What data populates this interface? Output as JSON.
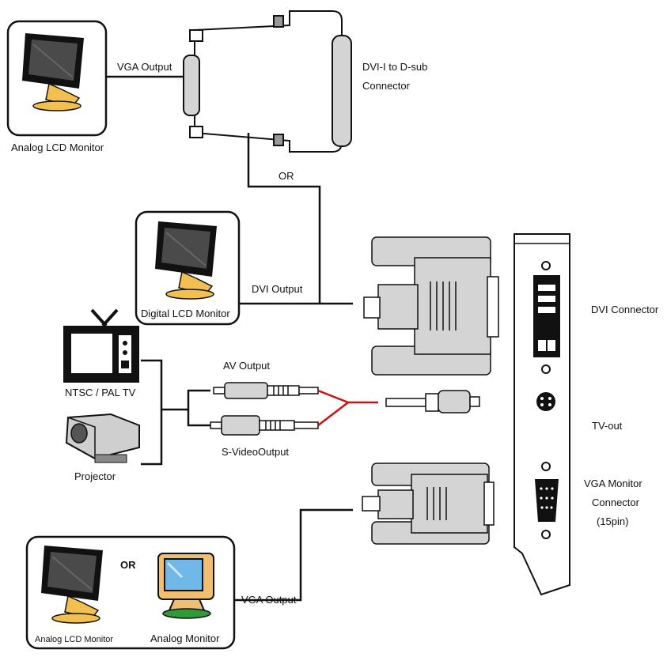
{
  "labels": {
    "vga_output_top": "VGA Output",
    "dvi_d_sub": "DVI-I to D-sub",
    "connector": "Connector",
    "analog_lcd_top": "Analog LCD Monitor",
    "or_mid": "OR",
    "digital_lcd": "Digital LCD Monitor",
    "dvi_output": "DVI Output",
    "dvi_connector": "DVI Connector",
    "tv": "NTSC / PAL TV",
    "av_output": "AV Output",
    "projector": "Projector",
    "svideo_output": "S-VideoOutput",
    "tv_out": "TV-out",
    "vga_monitor": "VGA Monitor",
    "vga_connector": "Connector",
    "vga_pins": "(15pin)",
    "or_bottom": "OR",
    "analog_lcd_bottom": "Analog LCD Monitor",
    "analog_monitor": "Analog Monitor",
    "vga_output_bottom": "VGA Output"
  },
  "colors": {
    "line": "#111111",
    "plug_fill": "#d4d4d4",
    "av_cable": "#cc1111",
    "lcd_screen": "#4a4a4a",
    "lcd_stand": "#f2c04e",
    "crt_screen": "#6fb8e8",
    "crt_body": "#f0c070",
    "bracket": "#ffffff"
  },
  "icons": {
    "lcd_monitor": "lcd-monitor-icon",
    "crt_monitor": "crt-monitor-icon",
    "tv": "tv-icon",
    "projector": "projector-icon"
  }
}
